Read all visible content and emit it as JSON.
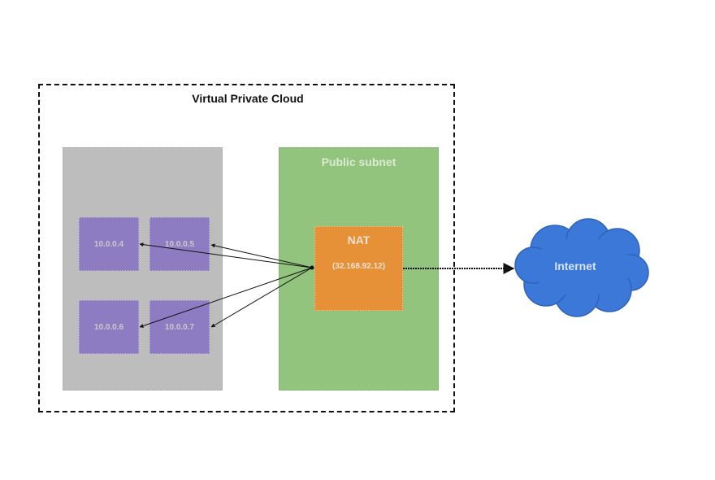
{
  "vpc": {
    "title": "Virtual Private Cloud"
  },
  "private_subnet": {
    "hosts": [
      {
        "ip": "10.0.0.4"
      },
      {
        "ip": "10.0.0.5"
      },
      {
        "ip": "10.0.0.6"
      },
      {
        "ip": "10.0.0.7"
      }
    ]
  },
  "public_subnet": {
    "label": "Public subnet",
    "nat": {
      "label": "NAT",
      "ip": "(32.168.92.12)"
    }
  },
  "internet": {
    "label": "Internet"
  },
  "colors": {
    "private_subnet_fill": "#bdbdbd",
    "public_subnet_fill": "#93c47d",
    "host_fill": "#8e7cc3",
    "nat_fill": "#e69138",
    "internet_fill": "#3c78d8"
  }
}
